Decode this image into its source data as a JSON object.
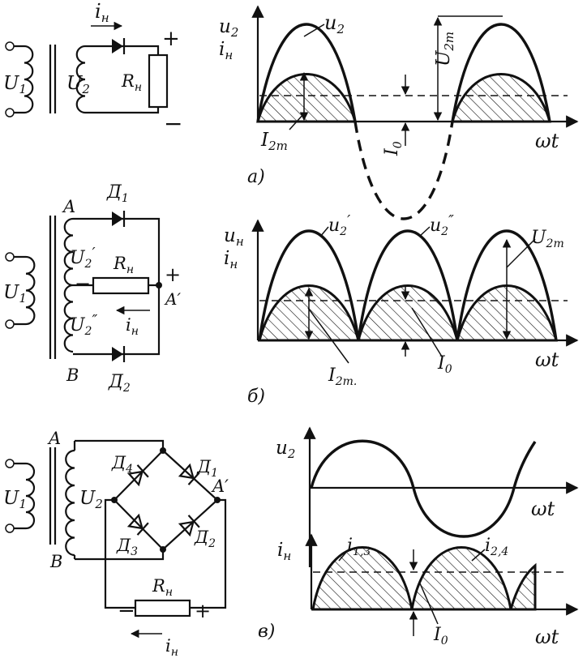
{
  "colors": {
    "ink": "#111111",
    "paper": "#ffffff"
  },
  "labels": {
    "a_current": "i",
    "a_current_sub": "н",
    "a_U1": "U",
    "a_U1_sub": "1",
    "a_U2": "U",
    "a_U2_sub": "2",
    "a_R": "R",
    "a_R_sub": "н",
    "plus": "+",
    "minus": "−",
    "a_ax_u": "u",
    "a_ax_u_sub": "2",
    "a_ax_i": "i",
    "a_ax_i_sub": "н",
    "a_curve_u": "u",
    "a_curve_u_sub": "2",
    "a_U2m": "U",
    "a_U2m_sub": "2m",
    "a_I2m": "I",
    "a_I2m_sub": "2m",
    "a_I0": "I",
    "a_I0_sub": "0",
    "wt": "ωt",
    "cap_a": "а)",
    "b_A": "A",
    "b_B": "B",
    "b_D1": "Д",
    "b_D1_sub": "1",
    "b_D2": "Д",
    "b_D2_sub": "2",
    "b_U1": "U",
    "b_U1_sub": "1",
    "b_U2p": "U",
    "b_U2p_sub": "2",
    "b_U2p_mark": "′",
    "b_U2pp": "U",
    "b_U2pp_sub": "2",
    "b_U2pp_mark": "″",
    "b_R": "R",
    "b_R_sub": "н",
    "b_i": "i",
    "b_i_sub": "н",
    "b_Aprime": "A′",
    "b_ax_u": "u",
    "b_ax_u_sub": "н",
    "b_ax_i": "i",
    "b_ax_i_sub": "н",
    "b_u2p": "u",
    "b_u2p_sub": "2",
    "b_u2p_mark": "′",
    "b_u2pp": "u",
    "b_u2pp_sub": "2",
    "b_u2pp_mark": "″",
    "b_U2m": "U",
    "b_U2m_sub": "2m",
    "b_I2m": "I",
    "b_I2m_sub": "2m.",
    "b_I0": "I",
    "b_I0_sub": "0",
    "cap_b": "б)",
    "c_A": "A",
    "c_B": "B",
    "c_U1": "U",
    "c_U1_sub": "1",
    "c_U2": "U",
    "c_U2_sub": "2",
    "c_D1": "Д",
    "c_D1_sub": "1",
    "c_D2": "Д",
    "c_D2_sub": "2",
    "c_D3": "Д",
    "c_D3_sub": "3",
    "c_D4": "Д",
    "c_D4_sub": "4",
    "c_Aprime": "A′",
    "c_R": "R",
    "c_R_sub": "н",
    "c_i": "i",
    "c_i_sub": "н",
    "c_ax_u": "u",
    "c_ax_u_sub": "2",
    "c_ax_i": "i",
    "c_ax_i_sub": "н",
    "c_i13": "i",
    "c_i13_sub": "1,3",
    "c_i24": "i",
    "c_i24_sub": "2,4",
    "c_I0": "I",
    "c_I0_sub": "0",
    "cap_c": "в)"
  }
}
